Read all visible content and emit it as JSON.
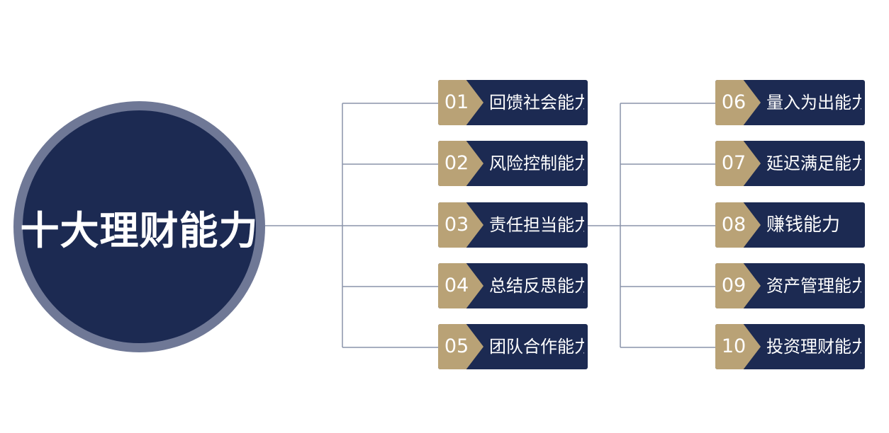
{
  "hub": {
    "title": "十大理财能力"
  },
  "colors": {
    "navy": "#1c2a52",
    "gold": "#b9a276",
    "ring": "#6f7896",
    "line": "#8a93aa"
  },
  "left_items": [
    {
      "num": "01",
      "label": "回馈社会能力"
    },
    {
      "num": "02",
      "label": "风险控制能力"
    },
    {
      "num": "03",
      "label": "责任担当能力"
    },
    {
      "num": "04",
      "label": "总结反思能力"
    },
    {
      "num": "05",
      "label": "团队合作能力"
    }
  ],
  "right_items": [
    {
      "num": "06",
      "label": "量入为出能力"
    },
    {
      "num": "07",
      "label": "延迟满足能力"
    },
    {
      "num": "08",
      "label": "赚钱能力"
    },
    {
      "num": "09",
      "label": "资产管理能力"
    },
    {
      "num": "10",
      "label": "投资理财能力"
    }
  ]
}
